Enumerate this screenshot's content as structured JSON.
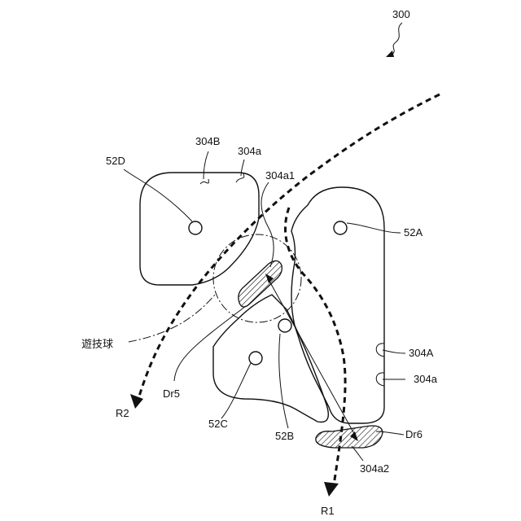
{
  "labels": {
    "figure_number": "300",
    "part_52D": "52D",
    "part_304B": "304B",
    "part_304a_top": "304a",
    "part_304a1": "304a1",
    "part_52A": "52A",
    "game_ball": "遊技球",
    "part_304A": "304A",
    "part_304a_right": "304a",
    "part_Dr5": "Dr5",
    "route_R2": "R2",
    "part_52C": "52C",
    "part_52B": "52B",
    "part_Dr6": "Dr6",
    "part_304a2": "304a2",
    "route_R1": "R1"
  }
}
